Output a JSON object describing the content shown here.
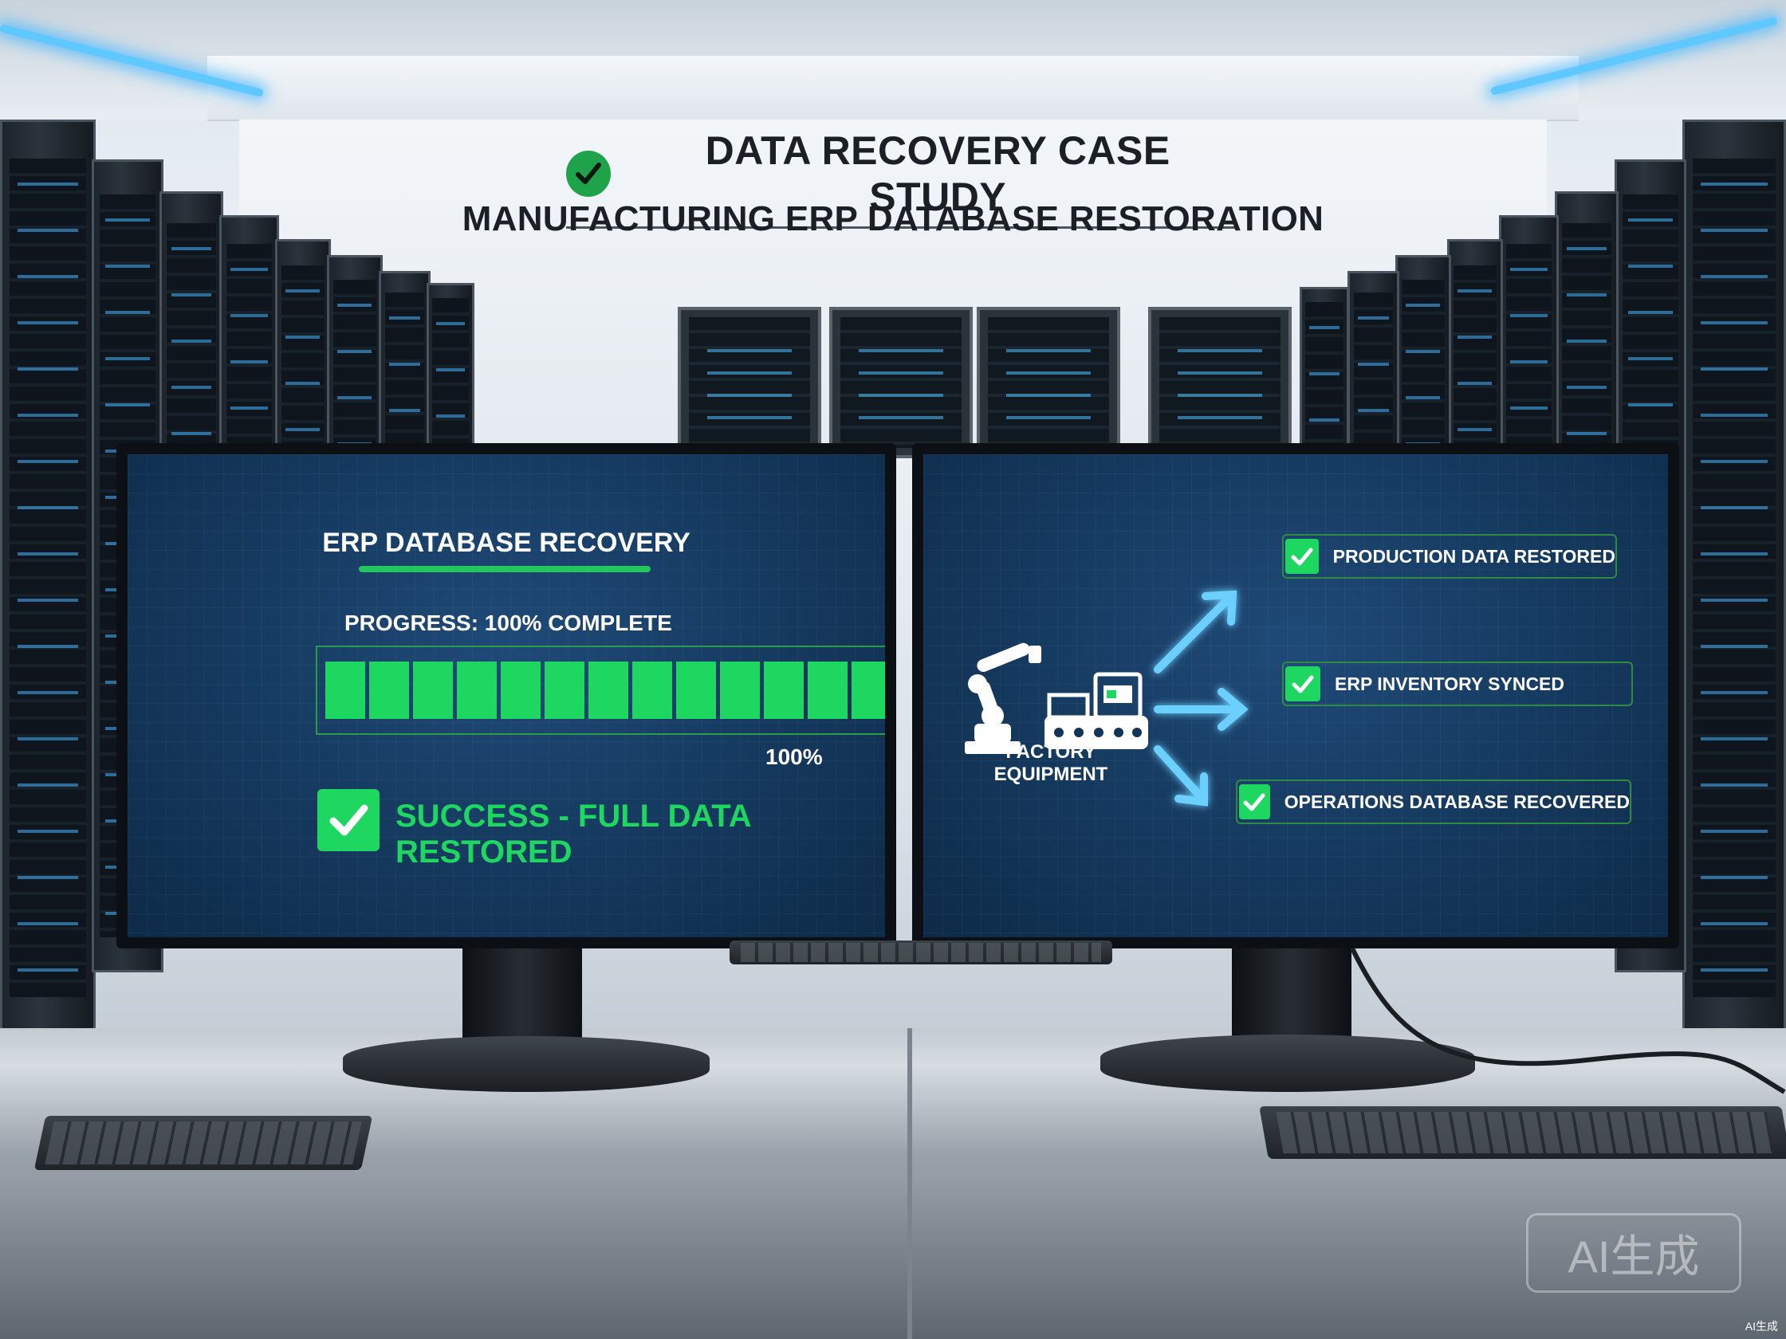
{
  "header": {
    "title": "DATA RECOVERY CASE STUDY",
    "subtitle": "MANUFACTURING ERP DATABASE RESTORATION"
  },
  "left_screen": {
    "heading": "ERP DATABASE RECOVERY",
    "progress_label": "PROGRESS: 100% COMPLETE",
    "progress_fraction": 1.0,
    "progress_percent_text": "100%",
    "success_text": "SUCCESS - FULL DATA RESTORED"
  },
  "right_screen": {
    "source_label": "FACTORY EQUIPMENT",
    "status_items": [
      {
        "label": "PRODUCTION DATA RESTORED"
      },
      {
        "label": "ERP INVENTORY SYNCED"
      },
      {
        "label": "OPERATIONS DATABASE RECOVERED"
      }
    ]
  },
  "watermark": {
    "text": "AI生成",
    "corner_text": "AI生成"
  },
  "colors": {
    "accent_green": "#1ed760",
    "screen_blue": "#123456",
    "arrow_glow": "#3ab4ff",
    "led_blue": "#5ec8ff"
  },
  "icons": [
    "check-circle-icon",
    "checkmark-icon",
    "robot-arm-icon",
    "conveyor-machine-icon",
    "arrow-icon"
  ]
}
